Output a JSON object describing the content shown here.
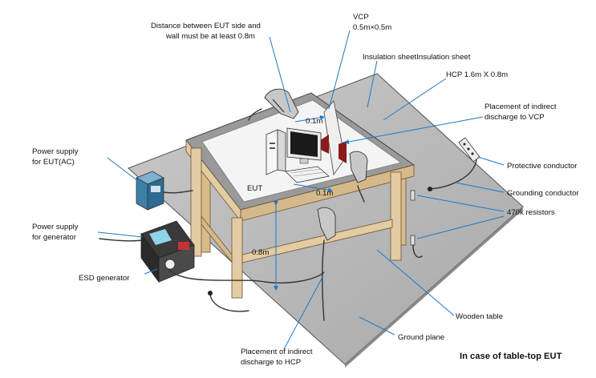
{
  "labels": {
    "distance_line1": "Distance between EUT side and",
    "distance_line2": "wall must be at least 0.8m",
    "vcp_line1": "VCP",
    "vcp_line2": "0.5m×0.5m",
    "insulation_sheet": "Insulation sheetInsulation sheet",
    "hcp": "HCP 1.6m X 0.8m",
    "indirect_vcp_line1": "Placement of indirect",
    "indirect_vcp_line2": "discharge to VCP",
    "power_eut_line1": "Power supply",
    "power_eut_line2": "for EUT(AC)",
    "protective_conductor": "Protective conductor",
    "grounding_conductor": "Grounding conductor",
    "resistors": "470k  resistors",
    "power_gen_line1": "Power supply",
    "power_gen_line2": "for generator",
    "eut": "EUT",
    "dist_01_top": "0.1m",
    "dist_01_bottom": "0.1m",
    "height_08": "0.8m",
    "esd_generator": "ESD generator",
    "wooden_table": "Wooden table",
    "ground_plane": "Ground plane",
    "indirect_hcp_line1": "Placement of indirect",
    "indirect_hcp_line2": "discharge to HCP",
    "caption": "In case of table-top EUT"
  },
  "icons": {
    "esd_gun": "esd-gun-icon",
    "monitor": "monitor-icon",
    "pc_tower": "pc-tower-icon",
    "keyboard": "keyboard-icon",
    "transformer": "power-supply-icon",
    "generator": "esd-generator-icon",
    "ground_bar": "ground-bar-icon"
  },
  "colors": {
    "leader": "#1f78c8",
    "ground_plane": "#b8b8b8",
    "hcp": "#9a9a9a",
    "table_wood": "#e3cba3",
    "vcp_marker": "#8b1a1a",
    "power_box": "#3e7fa8"
  }
}
